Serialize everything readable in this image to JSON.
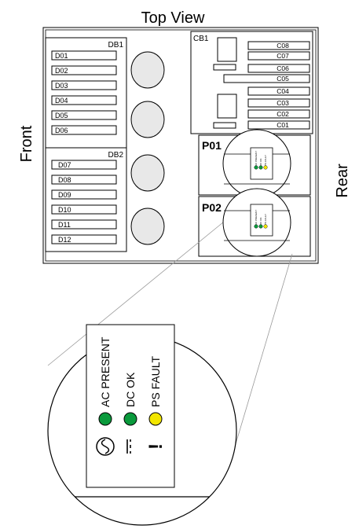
{
  "title": "Top View",
  "side_labels": {
    "front": "Front",
    "rear": "Rear"
  },
  "drive_bays": [
    {
      "name": "DB1",
      "drives": [
        "D01",
        "D02",
        "D03",
        "D04",
        "D05",
        "D06"
      ]
    },
    {
      "name": "DB2",
      "drives": [
        "D07",
        "D08",
        "D09",
        "D10",
        "D11",
        "D12"
      ]
    }
  ],
  "card_bay": {
    "name": "CB1",
    "slots": [
      "C08",
      "C07",
      "C06",
      "C05",
      "C04",
      "C03",
      "C02",
      "C01"
    ]
  },
  "power_supplies": [
    {
      "name": "P01",
      "leds": [
        "AC PRESENT",
        "DC OK",
        "PS FAULT"
      ]
    },
    {
      "name": "P02",
      "leds": [
        "AC PRESENT",
        "DC OK",
        "PS FAULT"
      ]
    }
  ],
  "detail": {
    "leds": [
      {
        "label": "AC PRESENT",
        "color": "#0a9a3c"
      },
      {
        "label": "DC OK",
        "color": "#0a9a3c"
      },
      {
        "label": "PS FAULT",
        "color": "#f2e600"
      }
    ],
    "fault_symbol": "!"
  }
}
